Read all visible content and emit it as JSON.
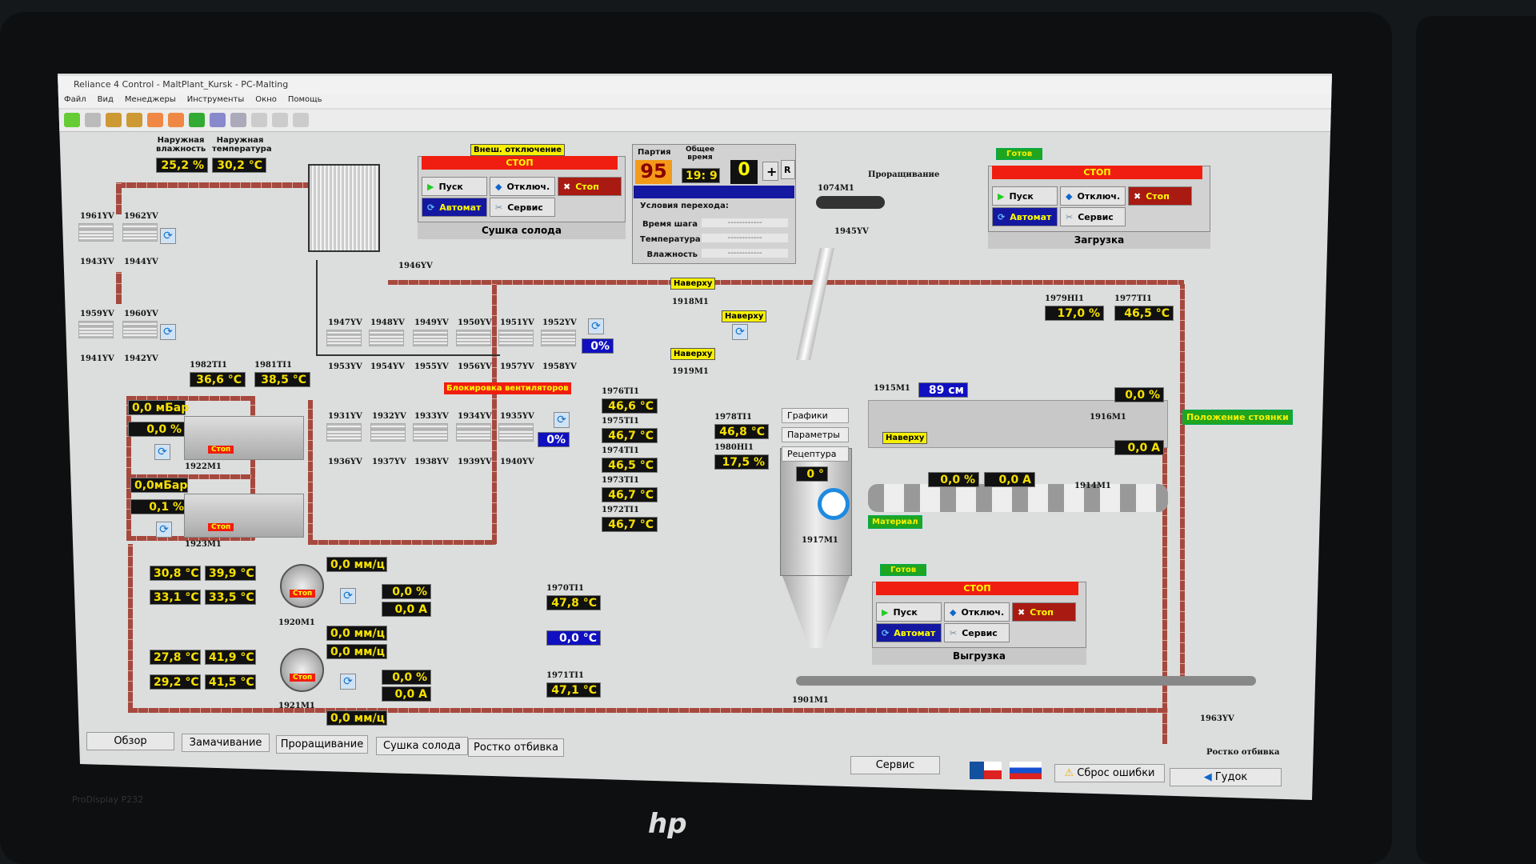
{
  "window": {
    "title": "Reliance 4 Control - MaltPlant_Kursk - PC-Malting",
    "menu": [
      "Файл",
      "Вид",
      "Менеджеры",
      "Инструменты",
      "Окно",
      "Помощь"
    ]
  },
  "outdoor": {
    "humidity_label": "Наружная влажность",
    "humidity": "25,2 %",
    "temp_label": "Наружная температура",
    "temp": "30,2 °C"
  },
  "readouts": [
    {
      "tag": "1982ТІ1",
      "value": "36,6 °C"
    },
    {
      "tag": "1981ТІ1",
      "value": "38,5 °C"
    },
    {
      "tag": "",
      "value": "0,0 мБар"
    },
    {
      "tag": "",
      "value": "0,0 %"
    },
    {
      "tag": "",
      "value": "0,0мБар"
    },
    {
      "tag": "",
      "value": "0,1 %"
    },
    {
      "tag": "",
      "value": "30,8 °C"
    },
    {
      "tag": "",
      "value": "39,9 °C"
    },
    {
      "tag": "",
      "value": "33,1 °C"
    },
    {
      "tag": "",
      "value": "33,5 °C"
    },
    {
      "tag": "",
      "value": "27,8 °C"
    },
    {
      "tag": "",
      "value": "41,9 °C"
    },
    {
      "tag": "",
      "value": "29,2 °C"
    },
    {
      "tag": "",
      "value": "41,5 °C"
    },
    {
      "tag": "",
      "value": "0,0 мм/ц"
    },
    {
      "tag": "",
      "value": "0,0 мм/ц"
    },
    {
      "tag": "",
      "value": "0,0 мм/ц"
    },
    {
      "tag": "",
      "value": "0,0 мм/ц"
    },
    {
      "tag": "",
      "value": "0,0 %"
    },
    {
      "tag": "",
      "value": "0,0 A"
    },
    {
      "tag": "",
      "value": "0,0 %"
    },
    {
      "tag": "",
      "value": "0,0 A"
    },
    {
      "tag": "1976ТІ1",
      "value": "46,6 °C"
    },
    {
      "tag": "1975ТІ1",
      "value": "46,7 °C"
    },
    {
      "tag": "1974ТІ1",
      "value": "46,5 °C"
    },
    {
      "tag": "1973ТІ1",
      "value": "46,7 °C"
    },
    {
      "tag": "1972ТІ1",
      "value": "46,7 °C"
    },
    {
      "tag": "1970ТІ1",
      "value": "47,8 °C"
    },
    {
      "tag": "",
      "value": "0,0 °C"
    },
    {
      "tag": "1971ТІ1",
      "value": "47,1 °C"
    },
    {
      "tag": "1978ТІ1",
      "value": "46,8 °C"
    },
    {
      "tag": "1980НІ1",
      "value": "17,5 %"
    },
    {
      "tag": "1979НІ1",
      "value": "17,0 %"
    },
    {
      "tag": "1977ТІ1",
      "value": "46,5 °C"
    },
    {
      "tag": "",
      "value": "0,0 %"
    },
    {
      "tag": "",
      "value": "0,0 A"
    },
    {
      "tag": "",
      "value": "0,0 %"
    },
    {
      "tag": "",
      "value": "0,0 A"
    },
    {
      "tag": "",
      "value": "0 °"
    },
    {
      "tag": "1915M1",
      "value": "89 см"
    },
    {
      "tag": "",
      "value": "0%"
    },
    {
      "tag": "",
      "value": "0%"
    }
  ],
  "valves": [
    "1961YV",
    "1962YV",
    "1943YV",
    "1944YV",
    "1959YV",
    "1960YV",
    "1941YV",
    "1942YV",
    "1947YV",
    "1948YV",
    "1949YV",
    "1950YV",
    "1951YV",
    "1952YV",
    "1953YV",
    "1954YV",
    "1955YV",
    "1956YV",
    "1957YV",
    "1958YV",
    "1931YV",
    "1932YV",
    "1933YV",
    "1934YV",
    "1935YV",
    "1936YV",
    "1937YV",
    "1938YV",
    "1939YV",
    "1940YV"
  ],
  "equipment": [
    "1922M1",
    "1923M1",
    "1920M1",
    "1921M1",
    "1918M1",
    "1919M1",
    "1074M1",
    "1945YV",
    "1946YV",
    "1916M1",
    "1914M1",
    "1917M1",
    "1901M1",
    "1963YV",
    "Ростко отбивка",
    "Проращивание"
  ],
  "motor_states": [
    "Стоп",
    "Стоп",
    "Стоп",
    "Стоп"
  ],
  "indicators": {
    "top": [
      "Наверху",
      "Наверху",
      "Наверху",
      "Наверху"
    ],
    "material": "Материал",
    "fan_lock": "Блокировка вентиляторов",
    "ext_off": "Внеш. отключение",
    "parking": "Положение стоянки"
  },
  "panels": {
    "drying": {
      "badge": "",
      "state": "СТОП",
      "start": "Пуск",
      "off": "Отключ.",
      "stop": "Стоп",
      "auto": "Автомат",
      "service": "Сервис",
      "title": "Сушка солода"
    },
    "loading": {
      "badge": "Готов",
      "state": "СТОП",
      "start": "Пуск",
      "off": "Отключ.",
      "stop": "Стоп",
      "auto": "Автомат",
      "service": "Сервис",
      "title": "Загрузка"
    },
    "unloading": {
      "badge": "Готов",
      "state": "СТОП",
      "start": "Пуск",
      "off": "Отключ.",
      "stop": "Стоп",
      "auto": "Автомат",
      "service": "Сервис",
      "title": "Выгрузка"
    }
  },
  "batch": {
    "batch_label": "Партия",
    "batch": "95",
    "total_label": "Общее время",
    "total": "19: 9",
    "step": "0",
    "plus": "+",
    "reset": "R",
    "conditions_label": "Условия перехода:",
    "rows": [
      {
        "label": "Время шага",
        "value": "------------"
      },
      {
        "label": "Температура",
        "value": "------------"
      },
      {
        "label": "Влажность",
        "value": "------------"
      }
    ]
  },
  "side_menu": [
    "Графики",
    "Параметры",
    "Рецептура"
  ],
  "bottom_tabs": [
    "Обзор",
    "Замачивание",
    "Проращивание",
    "Сушка солода",
    "Ростко отбивка"
  ],
  "footer": {
    "service": "Сервис",
    "reset_error": "Сброс ошибки",
    "horn": "Гудок"
  },
  "monitor": {
    "brand": "hp",
    "model": "ProDisplay P232"
  }
}
